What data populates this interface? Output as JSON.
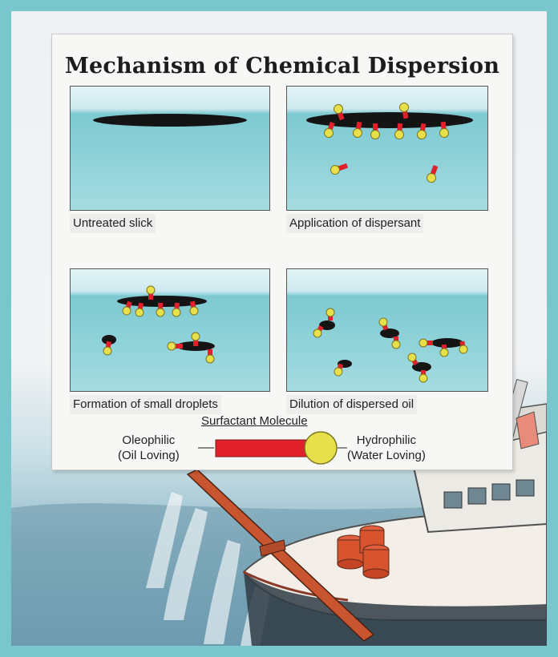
{
  "title": "Mechanism of Chemical Dispersion",
  "panels": [
    {
      "caption": "Untreated slick"
    },
    {
      "caption": "Application of dispersant"
    },
    {
      "caption": "Formation of small droplets"
    },
    {
      "caption": "Dilution of dispersed oil"
    }
  ],
  "legend": {
    "title": "Surfactant Molecule",
    "left_line1": "Oleophilic",
    "left_line2": "(Oil Loving)",
    "right_line1": "Hydrophilic",
    "right_line2": "(Water Loving)"
  },
  "colors": {
    "oil": "#141414",
    "tail": "#e0212b",
    "head": "#e8e04a",
    "water": "#8fd2d9",
    "border": "#79c6cd"
  }
}
